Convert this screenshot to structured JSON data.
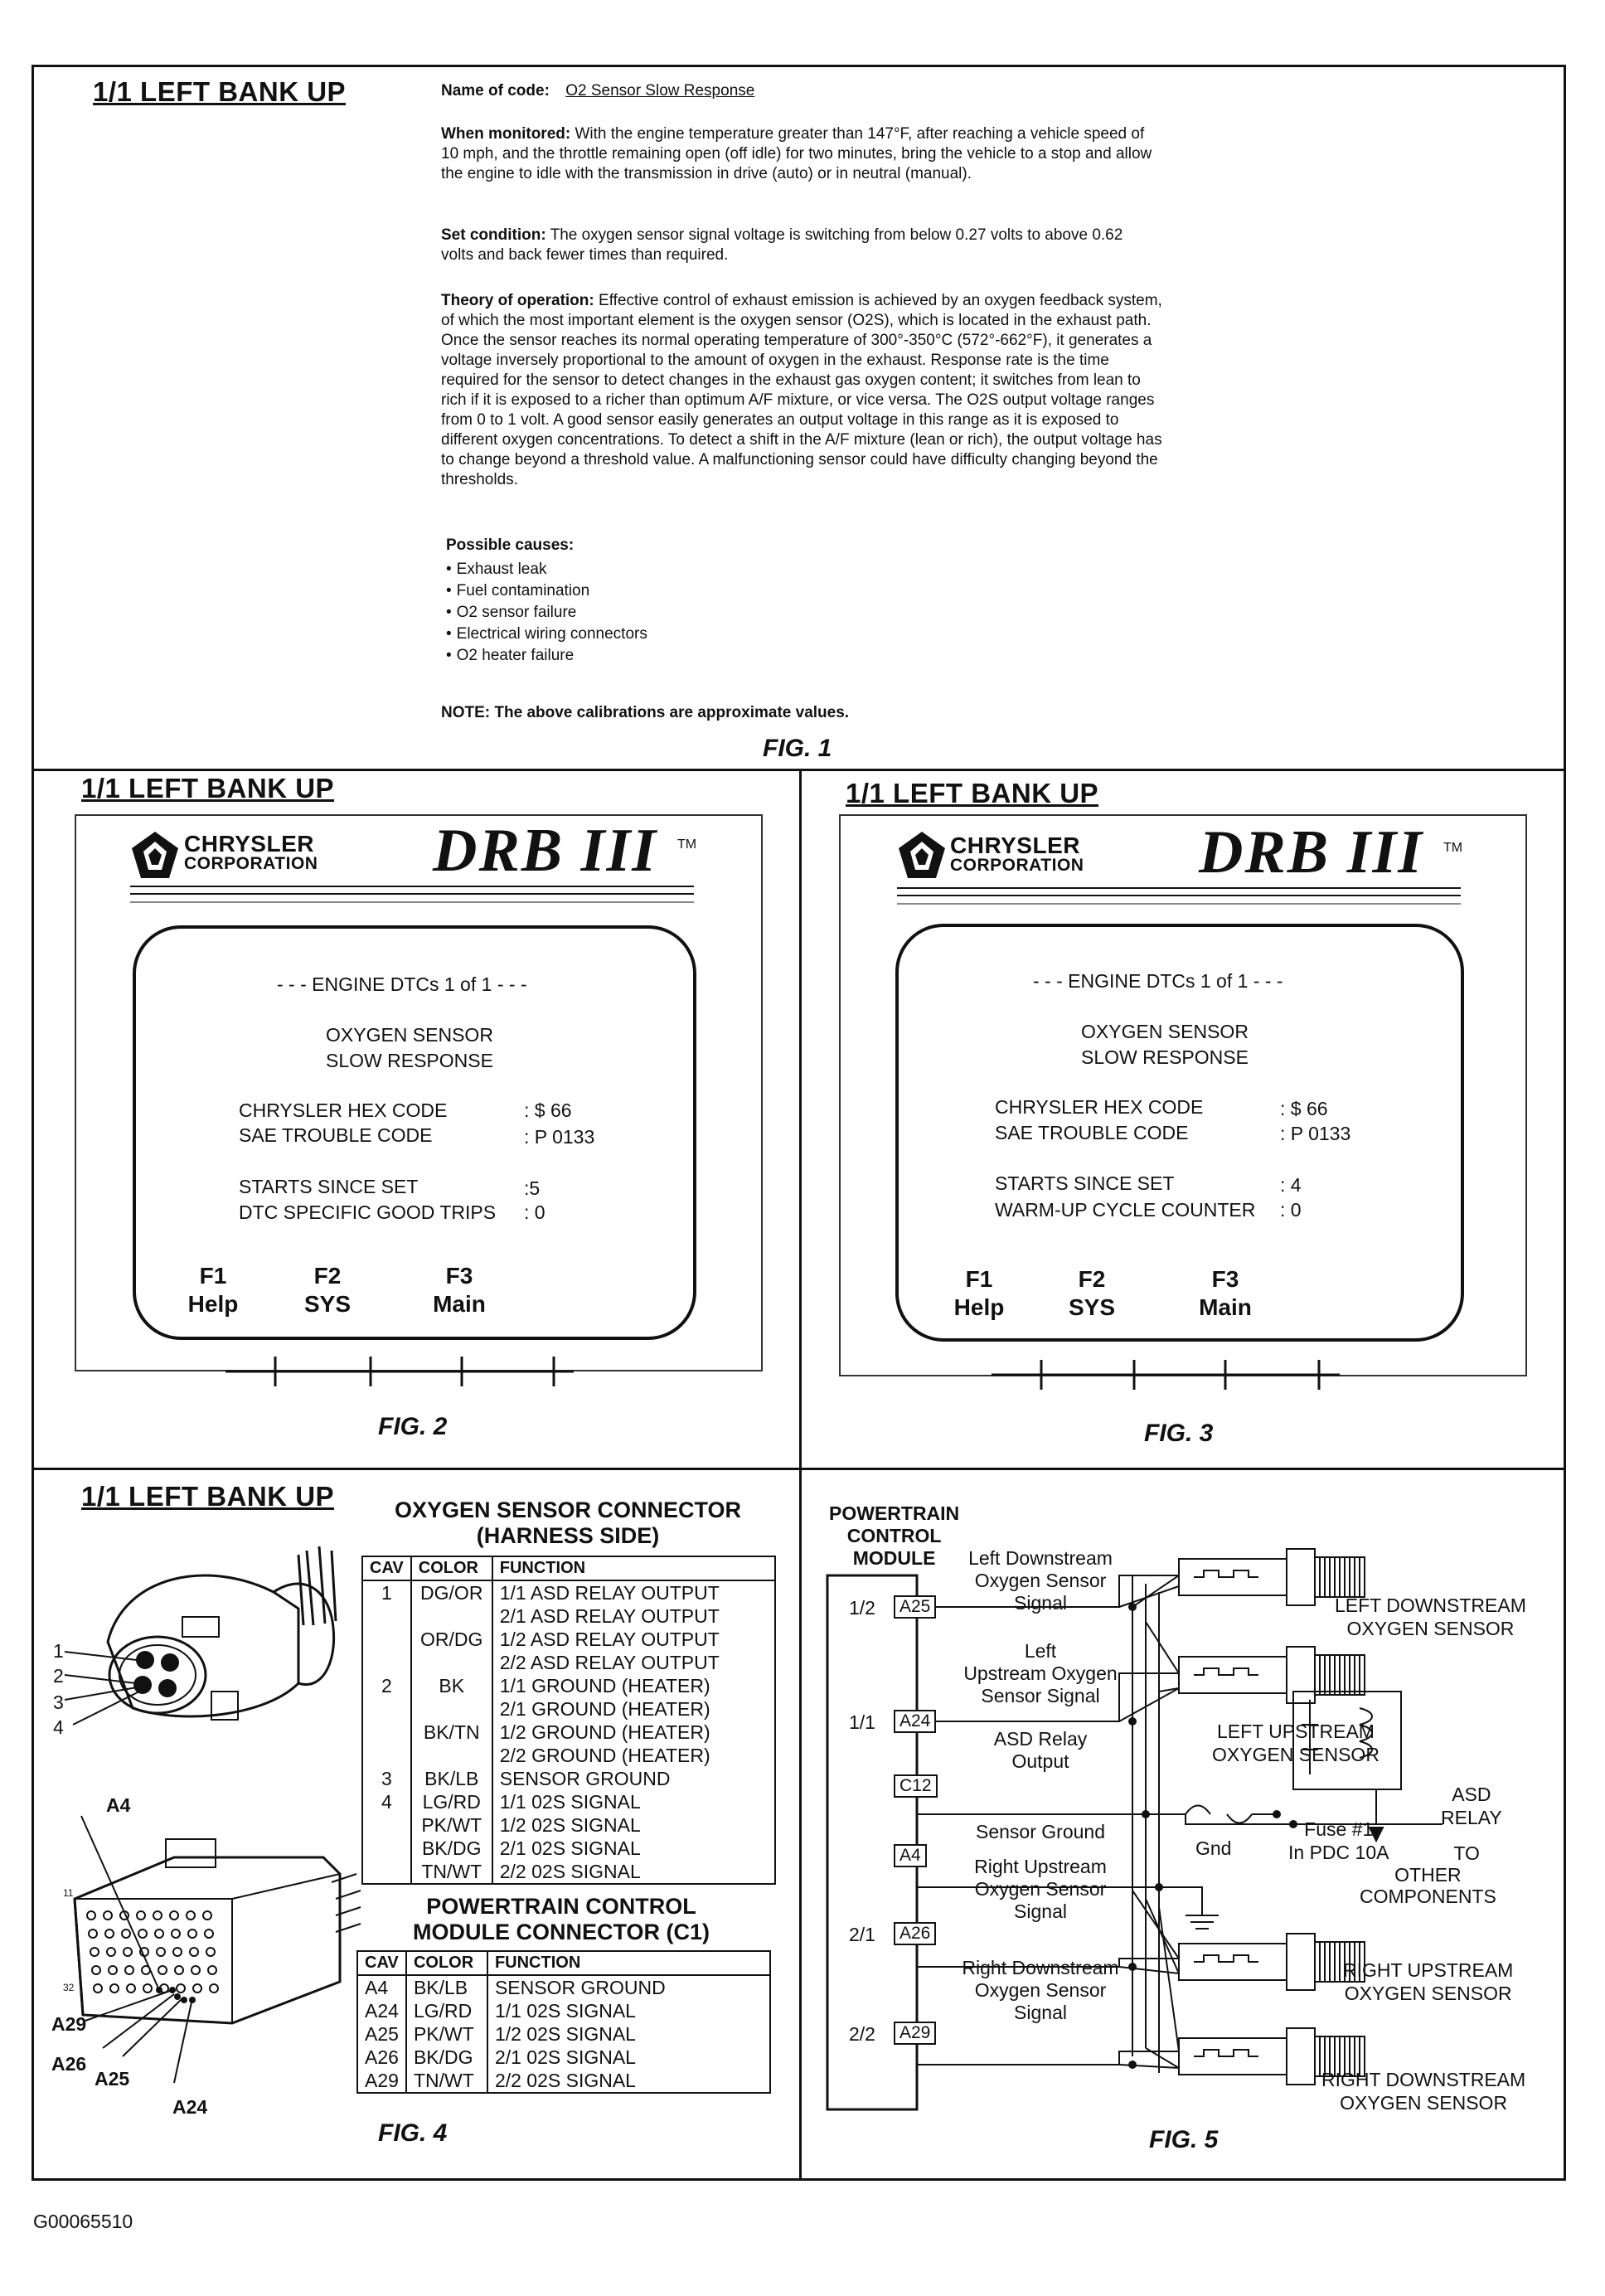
{
  "section_title": "1/1 LEFT BANK UP",
  "fig1": {
    "name_label": "Name of code:",
    "name_value": "O2 Sensor Slow Response",
    "monitored_label": "When monitored:",
    "monitored_text": "With the engine temperature greater than 147°F, after reaching a vehicle speed of 10 mph, and the throttle remaining open (off idle) for two minutes, bring the vehicle to a stop and allow the engine to idle with the transmission in drive (auto) or in neutral (manual).",
    "set_label": "Set condition:",
    "set_text": "The oxygen sensor signal voltage is switching from below 0.27 volts to above 0.62 volts and back fewer times than required.",
    "theory_label": "Theory of operation:",
    "theory_text": "Effective control of exhaust emission is achieved by an oxygen feedback system, of which the most important element is the oxygen sensor (O2S), which is located in the exhaust path. Once the sensor reaches its normal operating temperature of 300°-350°C (572°-662°F), it generates a voltage inversely proportional to the amount of oxygen in the exhaust. Response rate is the time required for the sensor to detect changes in the exhaust gas oxygen content; it switches from lean to rich if it is exposed to a richer than optimum A/F mixture, or vice versa. The O2S output voltage ranges from 0 to 1 volt. A good sensor easily generates an output voltage in this range as it is exposed to different oxygen concentrations. To detect a shift in the A/F mixture (lean or rich), the output voltage has to change beyond a threshold value. A malfunctioning sensor could have difficulty changing beyond the thresholds.",
    "causes_label": "Possible causes:",
    "causes": [
      "Exhaust leak",
      "Fuel contamination",
      "O2 sensor failure",
      "Electrical wiring connectors",
      "O2 heater failure"
    ],
    "note": "NOTE: The above calibrations are approximate values.",
    "caption": "FIG. 1"
  },
  "drb_common": {
    "brand_line1": "CHRYSLER",
    "brand_line2": "CORPORATION",
    "product": "DRB III",
    "tm": "TM",
    "header": "- - - ENGINE DTCs 1 of 1 - - -",
    "dtc_line1": "OXYGEN SENSOR",
    "dtc_line2": "SLOW RESPONSE",
    "hex_label": "CHRYSLER HEX CODE",
    "hex_value": ": $ 66",
    "sae_label": "SAE TROUBLE CODE",
    "sae_value": ": P 0133",
    "f1": "F1",
    "f1_label": "Help",
    "f2": "F2",
    "f2_label": "SYS",
    "f3": "F3",
    "f3_label": "Main"
  },
  "fig2": {
    "starts_label": "STARTS SINCE SET",
    "starts_value": ":5",
    "extra_label": "DTC SPECIFIC GOOD TRIPS",
    "extra_value": ": 0",
    "caption": "FIG. 2"
  },
  "fig3": {
    "starts_label": "STARTS SINCE SET",
    "starts_value": ": 4",
    "extra_label": "WARM-UP CYCLE COUNTER",
    "extra_value": ": 0",
    "caption": "FIG. 3"
  },
  "fig4": {
    "o2_title_1": "OXYGEN SENSOR CONNECTOR",
    "o2_title_2": "(HARNESS SIDE)",
    "headers": [
      "CAV",
      "COLOR",
      "FUNCTION"
    ],
    "o2_rows": [
      [
        "1",
        "DG/OR",
        "1/1 ASD RELAY OUTPUT"
      ],
      [
        "",
        "",
        "2/1 ASD RELAY OUTPUT"
      ],
      [
        "",
        "OR/DG",
        "1/2 ASD RELAY OUTPUT"
      ],
      [
        "",
        "",
        "2/2 ASD RELAY OUTPUT"
      ],
      [
        "2",
        "BK",
        "1/1 GROUND (HEATER)"
      ],
      [
        "",
        "",
        "2/1 GROUND (HEATER)"
      ],
      [
        "",
        "BK/TN",
        "1/2 GROUND (HEATER)"
      ],
      [
        "",
        "",
        "2/2 GROUND (HEATER)"
      ],
      [
        "3",
        "BK/LB",
        "SENSOR GROUND"
      ],
      [
        "4",
        "LG/RD",
        "1/1 02S SIGNAL"
      ],
      [
        "",
        "PK/WT",
        "1/2 02S SIGNAL"
      ],
      [
        "",
        "BK/DG",
        "2/1 02S SIGNAL"
      ],
      [
        "",
        "TN/WT",
        "2/2 02S SIGNAL"
      ]
    ],
    "pcm_title_1": "POWERTRAIN CONTROL",
    "pcm_title_2": "MODULE CONNECTOR (C1)",
    "pcm_rows": [
      [
        "A4",
        "BK/LB",
        "SENSOR GROUND"
      ],
      [
        "A24",
        "LG/RD",
        "1/1 02S SIGNAL"
      ],
      [
        "A25",
        "PK/WT",
        "1/2 02S SIGNAL"
      ],
      [
        "A26",
        "BK/DG",
        "2/1 02S SIGNAL"
      ],
      [
        "A29",
        "TN/WT",
        "2/2 02S SIGNAL"
      ]
    ],
    "pin_labels": [
      "1",
      "2",
      "3",
      "4"
    ],
    "conn_labels": {
      "a4": "A4",
      "a29": "A29",
      "a26": "A26",
      "a25": "A25",
      "a24": "A24",
      "n11": "11",
      "n32": "32"
    },
    "caption": "FIG. 4"
  },
  "fig5": {
    "pcm_1": "POWERTRAIN",
    "pcm_2": "CONTROL",
    "pcm_3": "MODULE",
    "rows": [
      {
        "side": "1/2",
        "pin": "A25",
        "desc": [
          "Left Downstream",
          "Oxygen Sensor",
          "Signal"
        ]
      },
      {
        "side": "1/1",
        "pin": "A24",
        "desc": [
          "Left",
          "Upstream Oxygen",
          "Sensor Signal"
        ]
      },
      {
        "side": "",
        "pin": "C12",
        "desc": [
          "ASD Relay",
          "Output"
        ]
      },
      {
        "side": "",
        "pin": "A4",
        "desc": [
          "Sensor Ground"
        ]
      },
      {
        "side": "2/1",
        "pin": "A26",
        "desc": [
          "Right Upstream",
          "Oxygen Sensor",
          "Signal"
        ]
      },
      {
        "side": "2/2",
        "pin": "A29",
        "desc": [
          "Right Downstream",
          "Oxygen Sensor",
          "Signal"
        ]
      }
    ],
    "sensors": {
      "ld_1": "LEFT DOWNSTREAM",
      "ld_2": "OXYGEN SENSOR",
      "lu_1": "LEFT UPSTREAM",
      "lu_2": "OXYGEN SENSOR",
      "ru_1": "RIGHT UPSTREAM",
      "ru_2": "OXYGEN SENSOR",
      "rd_1": "RIGHT DOWNSTREAM",
      "rd_2": "OXYGEN SENSOR"
    },
    "asd_1": "ASD",
    "asd_2": "RELAY",
    "gnd": "Gnd",
    "fuse_1": "Fuse #1",
    "fuse_2": "In PDC 10A",
    "to_1": "TO",
    "to_2": "OTHER",
    "to_3": "COMPONENTS",
    "caption": "FIG. 5"
  },
  "footer_id": "G00065510"
}
